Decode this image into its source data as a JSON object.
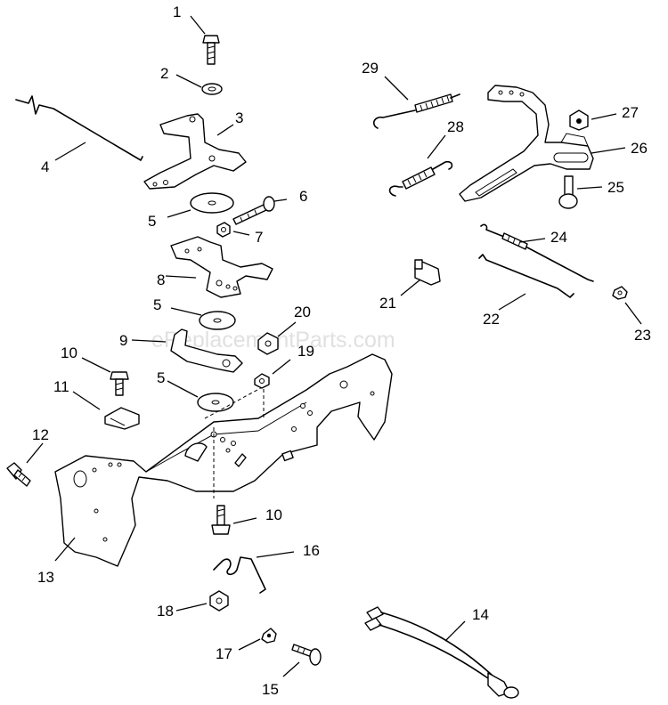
{
  "watermark": "eReplacementParts.com",
  "callouts": [
    {
      "id": "c1",
      "label": "1"
    },
    {
      "id": "c2",
      "label": "2"
    },
    {
      "id": "c3",
      "label": "3"
    },
    {
      "id": "c4",
      "label": "4"
    },
    {
      "id": "c5a",
      "label": "5"
    },
    {
      "id": "c5b",
      "label": "5"
    },
    {
      "id": "c5c",
      "label": "5"
    },
    {
      "id": "c6",
      "label": "6"
    },
    {
      "id": "c7",
      "label": "7"
    },
    {
      "id": "c8",
      "label": "8"
    },
    {
      "id": "c9",
      "label": "9"
    },
    {
      "id": "c10a",
      "label": "10"
    },
    {
      "id": "c10b",
      "label": "10"
    },
    {
      "id": "c11",
      "label": "11"
    },
    {
      "id": "c12",
      "label": "12"
    },
    {
      "id": "c13",
      "label": "13"
    },
    {
      "id": "c14",
      "label": "14"
    },
    {
      "id": "c15",
      "label": "15"
    },
    {
      "id": "c16",
      "label": "16"
    },
    {
      "id": "c17",
      "label": "17"
    },
    {
      "id": "c18",
      "label": "18"
    },
    {
      "id": "c19",
      "label": "19"
    },
    {
      "id": "c20",
      "label": "20"
    },
    {
      "id": "c21",
      "label": "21"
    },
    {
      "id": "c22",
      "label": "22"
    },
    {
      "id": "c23",
      "label": "23"
    },
    {
      "id": "c24",
      "label": "24"
    },
    {
      "id": "c25",
      "label": "25"
    },
    {
      "id": "c26",
      "label": "26"
    },
    {
      "id": "c27",
      "label": "27"
    },
    {
      "id": "c28",
      "label": "28"
    },
    {
      "id": "c29",
      "label": "29"
    }
  ]
}
